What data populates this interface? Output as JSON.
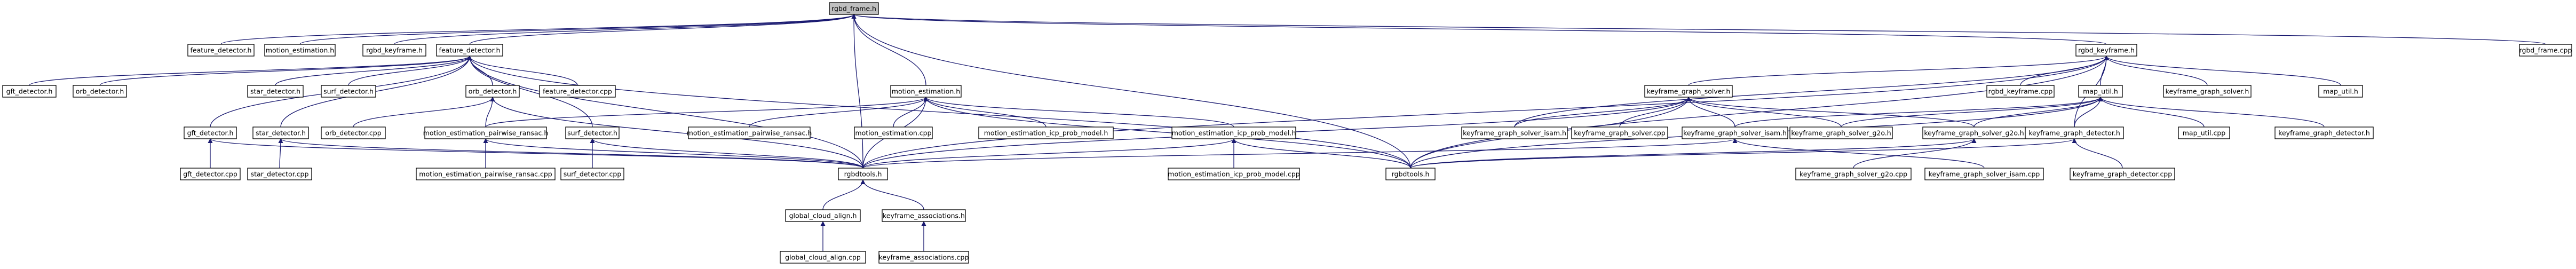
{
  "nodes": [
    {
      "id": "rgbd_frame_h",
      "label": "rgbd_frame.h",
      "root": true
    },
    {
      "id": "feature_detector_h",
      "label": "feature_detector.h"
    },
    {
      "id": "motion_estimation_h",
      "label": "motion_estimation.h"
    },
    {
      "id": "rgbd_keyframe_h",
      "label": "rgbd_keyframe.h"
    },
    {
      "id": "feature_detector_h2",
      "label": "feature_detector.h"
    },
    {
      "id": "rgbd_keyframe_h2",
      "label": "rgbd_keyframe.h"
    },
    {
      "id": "rgbd_frame_cpp",
      "label": "rgbd_frame.cpp"
    },
    {
      "id": "gft_detector_h",
      "label": "gft_detector.h"
    },
    {
      "id": "orb_detector_h",
      "label": "orb_detector.h"
    },
    {
      "id": "star_detector_h",
      "label": "star_detector.h"
    },
    {
      "id": "surf_detector_h",
      "label": "surf_detector.h"
    },
    {
      "id": "surf_detector_h2",
      "label": "surf_detector.h"
    },
    {
      "id": "orb_detector_h2",
      "label": "orb_detector.h"
    },
    {
      "id": "feature_detector_cpp",
      "label": "feature_detector.cpp"
    },
    {
      "id": "gft_detector_h2",
      "label": "gft_detector.h"
    },
    {
      "id": "star_detector_h2",
      "label": "star_detector.h"
    },
    {
      "id": "orb_detector_cpp",
      "label": "orb_detector.cpp"
    },
    {
      "id": "mepr_h",
      "label": "motion_estimation_pairwise_ransac.h"
    },
    {
      "id": "surf_detector_h3",
      "label": "surf_detector.h"
    },
    {
      "id": "gft_detector_cpp",
      "label": "gft_detector.cpp"
    },
    {
      "id": "star_detector_cpp",
      "label": "star_detector.cpp"
    },
    {
      "id": "mepr_cpp",
      "label": "motion_estimation_pairwise_ransac.cpp"
    },
    {
      "id": "surf_detector_cpp",
      "label": "surf_detector.cpp"
    },
    {
      "id": "motion_estimation_h2",
      "label": "motion_estimation.h"
    },
    {
      "id": "mepr_h2",
      "label": "motion_estimation_pairwise_ransac.h"
    },
    {
      "id": "motion_estimation_cpp",
      "label": "motion_estimation.cpp"
    },
    {
      "id": "meicp_h",
      "label": "motion_estimation_icp_prob_model.h"
    },
    {
      "id": "meicp_h2",
      "label": "motion_estimation_icp_prob_model.h"
    },
    {
      "id": "rgbdtools_h",
      "label": "rgbdtools.h"
    },
    {
      "id": "meicp_cpp",
      "label": "motion_estimation_icp_prob_model.cpp"
    },
    {
      "id": "gca_h",
      "label": "global_cloud_align.h"
    },
    {
      "id": "ka_h",
      "label": "keyframe_associations.h"
    },
    {
      "id": "gca_cpp",
      "label": "global_cloud_align.cpp"
    },
    {
      "id": "ka_cpp",
      "label": "keyframe_associations.cpp"
    },
    {
      "id": "kgs_h",
      "label": "keyframe_graph_solver.h"
    },
    {
      "id": "rgbd_keyframe_cpp",
      "label": "rgbd_keyframe.cpp"
    },
    {
      "id": "map_util_h",
      "label": "map_util.h"
    },
    {
      "id": "kgs_h2",
      "label": "keyframe_graph_solver.h"
    },
    {
      "id": "map_util_h2",
      "label": "map_util.h"
    },
    {
      "id": "kgsi_h",
      "label": "keyframe_graph_solver_isam.h"
    },
    {
      "id": "kgs_cpp",
      "label": "keyframe_graph_solver.cpp"
    },
    {
      "id": "kgsi_h2",
      "label": "keyframe_graph_solver_isam.h"
    },
    {
      "id": "kgsg_h",
      "label": "keyframe_graph_solver_g2o.h"
    },
    {
      "id": "kgsg_h2",
      "label": "keyframe_graph_solver_g2o.h"
    },
    {
      "id": "kgd_h",
      "label": "keyframe_graph_detector.h"
    },
    {
      "id": "map_util_cpp",
      "label": "map_util.cpp"
    },
    {
      "id": "kgd_h2",
      "label": "keyframe_graph_detector.h"
    },
    {
      "id": "kgsg_cpp",
      "label": "keyframe_graph_solver_g2o.cpp"
    },
    {
      "id": "kgsi_cpp",
      "label": "keyframe_graph_solver_isam.cpp"
    },
    {
      "id": "kgd_cpp",
      "label": "keyframe_graph_detector.cpp"
    },
    {
      "id": "rgbdtools_h2",
      "label": "rgbdtools.h"
    }
  ],
  "edges": [
    [
      "feature_detector_h",
      "rgbd_frame_h"
    ],
    [
      "motion_estimation_h",
      "rgbd_frame_h"
    ],
    [
      "rgbd_keyframe_h",
      "rgbd_frame_h"
    ],
    [
      "feature_detector_h2",
      "rgbd_frame_h"
    ],
    [
      "rgbd_keyframe_h2",
      "rgbd_frame_h"
    ],
    [
      "rgbd_frame_cpp",
      "rgbd_frame_h"
    ],
    [
      "motion_estimation_h2",
      "rgbd_frame_h"
    ],
    [
      "rgbdtools_h",
      "rgbd_frame_h"
    ],
    [
      "rgbdtools_h2",
      "rgbd_frame_h"
    ],
    [
      "gft_detector_h",
      "feature_detector_h2"
    ],
    [
      "orb_detector_h",
      "feature_detector_h2"
    ],
    [
      "star_detector_h",
      "feature_detector_h2"
    ],
    [
      "surf_detector_h",
      "feature_detector_h2"
    ],
    [
      "orb_detector_h2",
      "feature_detector_h2"
    ],
    [
      "feature_detector_cpp",
      "feature_detector_h2"
    ],
    [
      "gft_detector_h2",
      "feature_detector_h2"
    ],
    [
      "star_detector_h2",
      "feature_detector_h2"
    ],
    [
      "surf_detector_h3",
      "feature_detector_h2"
    ],
    [
      "rgbdtools_h",
      "feature_detector_h2"
    ],
    [
      "rgbdtools_h2",
      "feature_detector_h2"
    ],
    [
      "gft_detector_cpp",
      "gft_detector_h2"
    ],
    [
      "rgbdtools_h",
      "gft_detector_h2"
    ],
    [
      "star_detector_cpp",
      "star_detector_h2"
    ],
    [
      "rgbdtools_h",
      "star_detector_h2"
    ],
    [
      "orb_detector_cpp",
      "orb_detector_h2"
    ],
    [
      "rgbdtools_h",
      "orb_detector_h2"
    ],
    [
      "surf_detector_cpp",
      "surf_detector_h3"
    ],
    [
      "rgbdtools_h",
      "surf_detector_h3"
    ],
    [
      "mepr_h",
      "orb_detector_h2"
    ],
    [
      "mepr_cpp",
      "mepr_h"
    ],
    [
      "rgbdtools_h",
      "mepr_h"
    ],
    [
      "mepr_h",
      "motion_estimation_h2"
    ],
    [
      "mepr_h2",
      "motion_estimation_h2"
    ],
    [
      "motion_estimation_cpp",
      "motion_estimation_h2"
    ],
    [
      "meicp_h",
      "motion_estimation_h2"
    ],
    [
      "meicp_h2",
      "motion_estimation_h2"
    ],
    [
      "rgbdtools_h",
      "motion_estimation_h2"
    ],
    [
      "rgbdtools_h2",
      "motion_estimation_h2"
    ],
    [
      "meicp_cpp",
      "meicp_h2"
    ],
    [
      "rgbdtools_h",
      "meicp_h2"
    ],
    [
      "rgbdtools_h2",
      "meicp_h2"
    ],
    [
      "gca_h",
      "rgbdtools_h"
    ],
    [
      "ka_h",
      "rgbdtools_h"
    ],
    [
      "gca_cpp",
      "gca_h"
    ],
    [
      "ka_cpp",
      "ka_h"
    ],
    [
      "kgs_h",
      "rgbd_keyframe_h2"
    ],
    [
      "rgbd_keyframe_cpp",
      "rgbd_keyframe_h2"
    ],
    [
      "map_util_h",
      "rgbd_keyframe_h2"
    ],
    [
      "kgs_h2",
      "rgbd_keyframe_h2"
    ],
    [
      "map_util_h2",
      "rgbd_keyframe_h2"
    ],
    [
      "kgsi_h",
      "rgbd_keyframe_h2"
    ],
    [
      "kgd_h",
      "rgbd_keyframe_h2"
    ],
    [
      "rgbdtools_h",
      "rgbd_keyframe_h2"
    ],
    [
      "rgbdtools_h2",
      "rgbd_keyframe_h2"
    ],
    [
      "kgsi_h",
      "kgs_h"
    ],
    [
      "kgs_cpp",
      "kgs_h"
    ],
    [
      "kgsi_h2",
      "kgs_h"
    ],
    [
      "kgsg_h",
      "kgs_h"
    ],
    [
      "kgsg_h2",
      "kgs_h"
    ],
    [
      "rgbdtools_h",
      "kgs_h"
    ],
    [
      "rgbdtools_h2",
      "kgs_h"
    ],
    [
      "kgsg_h",
      "map_util_h"
    ],
    [
      "kgsg_h2",
      "map_util_h"
    ],
    [
      "kgd_h",
      "map_util_h"
    ],
    [
      "map_util_cpp",
      "map_util_h"
    ],
    [
      "kgd_h2",
      "map_util_h"
    ],
    [
      "kgsi_h2",
      "map_util_h"
    ],
    [
      "rgbdtools_h2",
      "map_util_h"
    ],
    [
      "kgsi_cpp",
      "kgsi_h2"
    ],
    [
      "rgbdtools_h",
      "kgsi_h2"
    ],
    [
      "kgsg_cpp",
      "kgsg_h2"
    ],
    [
      "rgbdtools_h2",
      "kgsg_h2"
    ],
    [
      "kgd_cpp",
      "kgd_h"
    ],
    [
      "rgbdtools_h2",
      "kgd_h"
    ]
  ]
}
